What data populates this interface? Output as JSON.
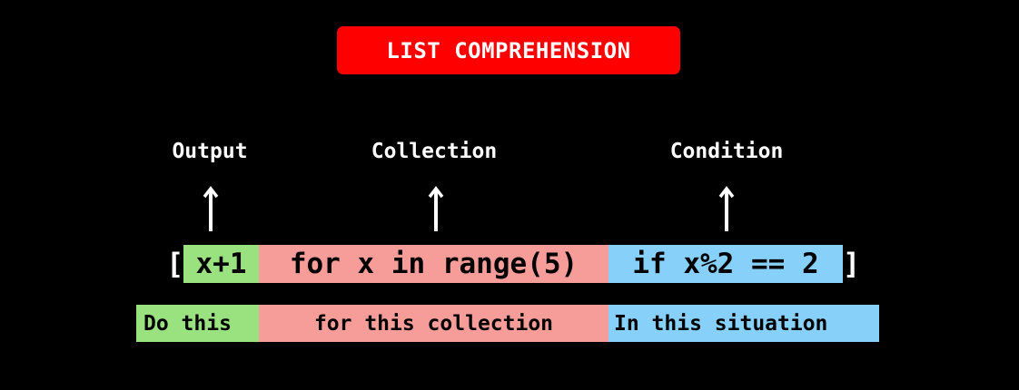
{
  "title": "LIST COMPREHENSION",
  "labels": {
    "output": "Output",
    "collection": "Collection",
    "condition": "Condition"
  },
  "code": {
    "open_bracket": "[",
    "output_expr": "x+1",
    "collection_expr": "for x in range(5)",
    "condition_expr": "if x%2 == 2",
    "close_bracket": "]"
  },
  "descriptions": {
    "output": "Do this",
    "collection": "for this collection",
    "condition": "In this situation"
  },
  "colors": {
    "background": "#000000",
    "title_badge": "#ff0000",
    "output": "#99e27f",
    "collection": "#f69d9a",
    "condition": "#86d0fa",
    "text_light": "#ffffff"
  },
  "icons": [
    "arrow-up-icon",
    "arrow-up-icon",
    "arrow-up-icon"
  ]
}
